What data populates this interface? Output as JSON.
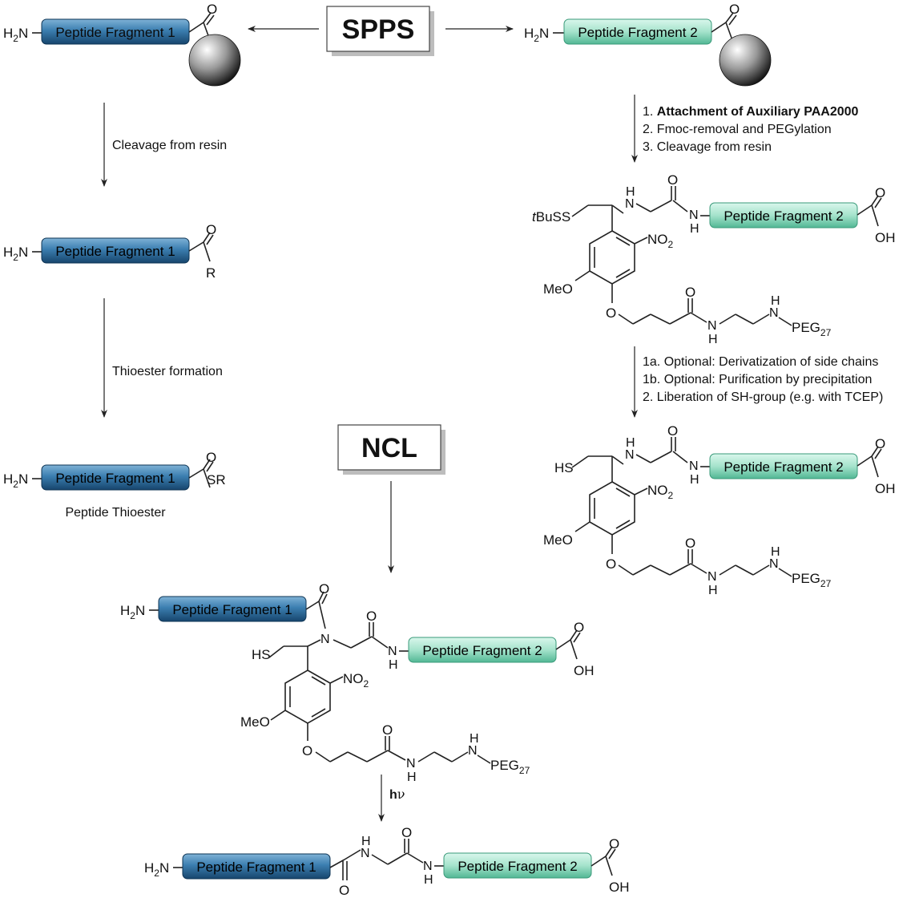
{
  "boxes": {
    "spps": "SPPS",
    "ncl": "NCL"
  },
  "fragments": {
    "f1": "Peptide Fragment 1",
    "f2": "Peptide Fragment 2"
  },
  "atoms": {
    "h2n_h": "H",
    "h2n_sub": "2",
    "h2n_n": "N",
    "o": "O",
    "oh": "OH",
    "r": "R",
    "sr": "SR",
    "h": "H",
    "n": "N",
    "nh_n": "N",
    "nh_h": "H",
    "tbuss_t": "t",
    "tbuss_rest": "BuSS",
    "hs": "HS",
    "no2_no": "NO",
    "no2_sub": "2",
    "meo": "MeO",
    "peg": "PEG",
    "peg_sub": "27"
  },
  "steps": {
    "cleavage": "Cleavage from resin",
    "thioester": "Thioester formation",
    "peptide_thioester": "Peptide Thioester",
    "r1_n1": "1. ",
    "r1_l1": "Attachment of Auxiliary PAA2000",
    "r1_l2": "2. Fmoc-removal and PEGylation",
    "r1_l3": "3. Cleavage from resin",
    "r2_l1": "1a. Optional: Derivatization of side chains",
    "r2_l2": "1b. Optional: Purification by precipitation",
    "r2_l3": "2. Liberation of SH-group (e.g. with TCEP)",
    "hv_h": "h",
    "hv_nu": "ν"
  },
  "colors": {
    "fragment1_dark": "#1b4f7a",
    "fragment1_light": "#6fa3c8",
    "fragment2_dark": "#3fae8c",
    "fragment2_light": "#c4efe0",
    "resin_dark": "#1a1a1a",
    "resin_light": "#f2f2f2"
  }
}
